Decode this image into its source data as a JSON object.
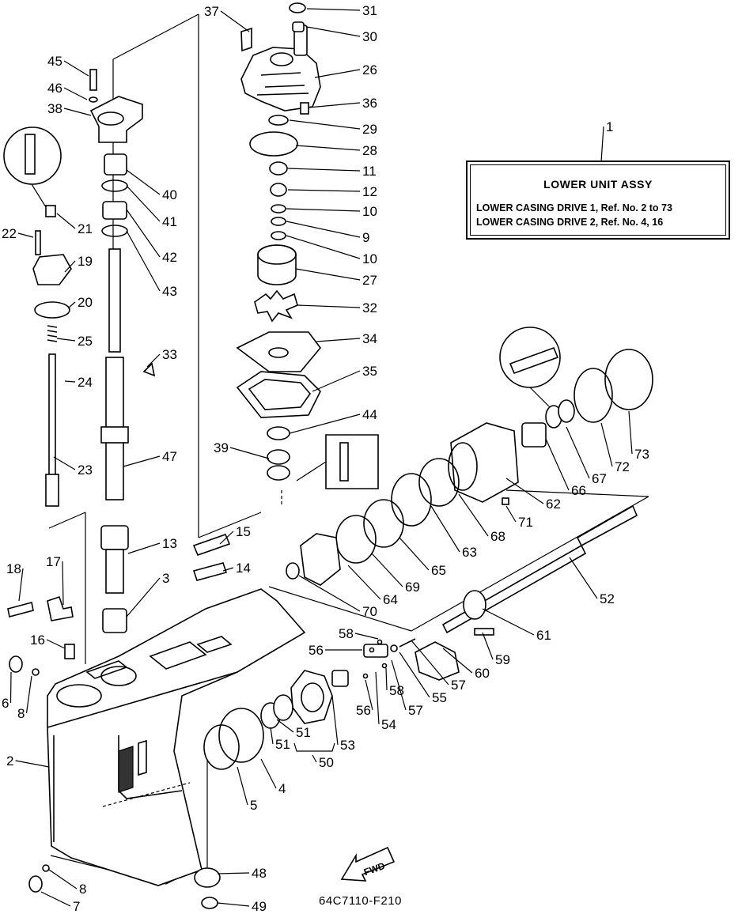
{
  "box": {
    "title": "LOWER UNIT ASSY",
    "line1": "LOWER CASING DRIVE 1,  Ref. No. 2 to 73",
    "line2": "LOWER CASING DRIVE 2,  Ref. No. 4, 16"
  },
  "drawing_code": "64C7110-F210",
  "fwd_label": "FWD",
  "callouts": [
    {
      "id": "c37",
      "text": "37"
    },
    {
      "id": "c31",
      "text": "31"
    },
    {
      "id": "c30",
      "text": "30"
    },
    {
      "id": "c26",
      "text": "26"
    },
    {
      "id": "c36",
      "text": "36"
    },
    {
      "id": "c29",
      "text": "29"
    },
    {
      "id": "c28",
      "text": "28"
    },
    {
      "id": "c11",
      "text": "11"
    },
    {
      "id": "c12",
      "text": "12"
    },
    {
      "id": "c10a",
      "text": "10"
    },
    {
      "id": "c9",
      "text": "9"
    },
    {
      "id": "c10b",
      "text": "10"
    },
    {
      "id": "c27",
      "text": "27"
    },
    {
      "id": "c32",
      "text": "32"
    },
    {
      "id": "c34",
      "text": "34"
    },
    {
      "id": "c35",
      "text": "35"
    },
    {
      "id": "c44",
      "text": "44"
    },
    {
      "id": "c39",
      "text": "39"
    },
    {
      "id": "c45",
      "text": "45"
    },
    {
      "id": "c46",
      "text": "46"
    },
    {
      "id": "c38",
      "text": "38"
    },
    {
      "id": "c40",
      "text": "40"
    },
    {
      "id": "c41",
      "text": "41"
    },
    {
      "id": "c42",
      "text": "42"
    },
    {
      "id": "c43",
      "text": "43"
    },
    {
      "id": "c21",
      "text": "21"
    },
    {
      "id": "c22",
      "text": "22"
    },
    {
      "id": "c19",
      "text": "19"
    },
    {
      "id": "c20",
      "text": "20"
    },
    {
      "id": "c25",
      "text": "25"
    },
    {
      "id": "c33",
      "text": "33"
    },
    {
      "id": "c24",
      "text": "24"
    },
    {
      "id": "c47",
      "text": "47"
    },
    {
      "id": "c23",
      "text": "23"
    },
    {
      "id": "c13",
      "text": "13"
    },
    {
      "id": "c15",
      "text": "15"
    },
    {
      "id": "c14",
      "text": "14"
    },
    {
      "id": "c3",
      "text": "3"
    },
    {
      "id": "c18",
      "text": "18"
    },
    {
      "id": "c17",
      "text": "17"
    },
    {
      "id": "c16",
      "text": "16"
    },
    {
      "id": "c6",
      "text": "6"
    },
    {
      "id": "c8a",
      "text": "8"
    },
    {
      "id": "c2",
      "text": "2"
    },
    {
      "id": "c8b",
      "text": "8"
    },
    {
      "id": "c7",
      "text": "7"
    },
    {
      "id": "c1",
      "text": "1"
    },
    {
      "id": "c73",
      "text": "73"
    },
    {
      "id": "c72",
      "text": "72"
    },
    {
      "id": "c67",
      "text": "67"
    },
    {
      "id": "c66",
      "text": "66"
    },
    {
      "id": "c62",
      "text": "62"
    },
    {
      "id": "c71",
      "text": "71"
    },
    {
      "id": "c68",
      "text": "68"
    },
    {
      "id": "c63",
      "text": "63"
    },
    {
      "id": "c65",
      "text": "65"
    },
    {
      "id": "c69",
      "text": "69"
    },
    {
      "id": "c64",
      "text": "64"
    },
    {
      "id": "c70",
      "text": "70"
    },
    {
      "id": "c52",
      "text": "52"
    },
    {
      "id": "c61",
      "text": "61"
    },
    {
      "id": "c58a",
      "text": "58"
    },
    {
      "id": "c56a",
      "text": "56"
    },
    {
      "id": "c59",
      "text": "59"
    },
    {
      "id": "c60",
      "text": "60"
    },
    {
      "id": "c57a",
      "text": "57"
    },
    {
      "id": "c55",
      "text": "55"
    },
    {
      "id": "c58b",
      "text": "58"
    },
    {
      "id": "c57b",
      "text": "57"
    },
    {
      "id": "c56b",
      "text": "56"
    },
    {
      "id": "c54",
      "text": "54"
    },
    {
      "id": "c53",
      "text": "53"
    },
    {
      "id": "c51a",
      "text": "51"
    },
    {
      "id": "c51b",
      "text": "51"
    },
    {
      "id": "c50",
      "text": "50"
    },
    {
      "id": "c4",
      "text": "4"
    },
    {
      "id": "c5",
      "text": "5"
    },
    {
      "id": "c48",
      "text": "48"
    },
    {
      "id": "c49",
      "text": "49"
    }
  ]
}
